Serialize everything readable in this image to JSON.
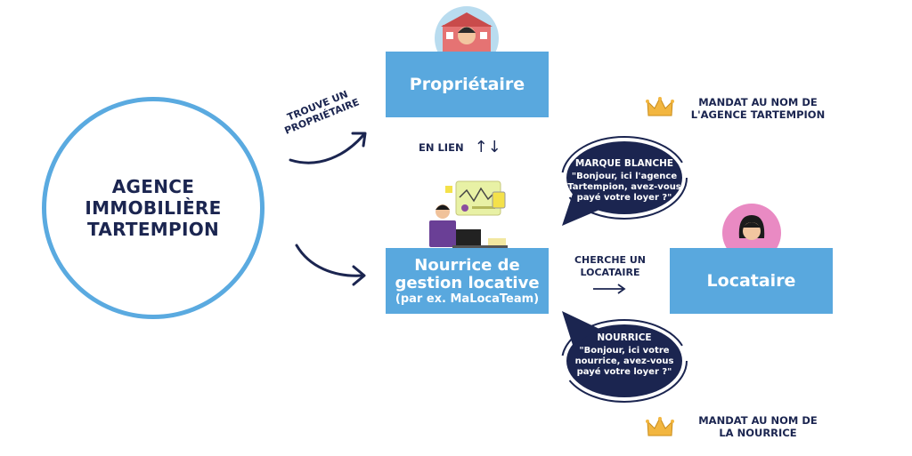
{
  "agency": {
    "line1": "AGENCE",
    "line2": "IMMOBILIÈRE",
    "line3": "TARTEMPION"
  },
  "owner": {
    "label": "Propriétaire"
  },
  "nanny": {
    "line1": "Nourrice de",
    "line2": "gestion locative",
    "line3": "(par ex. MaLocaTeam)"
  },
  "tenant": {
    "label": "Locataire"
  },
  "links": {
    "find_owner_line1": "TROUVE UN",
    "find_owner_line2": "PROPRIÉTAIRE",
    "in_link": "EN LIEN",
    "in_link_arrows": "↑↓",
    "find_tenant_line1": "CHERCHE UN",
    "find_tenant_line2": "LOCATAIRE"
  },
  "bubbles": {
    "white_label": {
      "title": "MARQUE BLANCHE",
      "line1": "\"Bonjour, ici l'agence",
      "line2": "Tartempion, avez-vous",
      "line3": "payé votre loyer ?\""
    },
    "nanny": {
      "title": "NOURRICE",
      "line1": "\"Bonjour, ici votre",
      "line2": "nourrice, avez-vous",
      "line3": "payé votre loyer ?\""
    }
  },
  "mandates": {
    "agency_line1": "MANDAT AU NOM DE",
    "agency_line2": "L'AGENCE TARTEMPION",
    "nanny_line1": "MANDAT AU NOM DE",
    "nanny_line2": "LA NOURRICE"
  },
  "colors": {
    "navy": "#1b2550",
    "blue": "#59a8de",
    "crown": "#f2b640"
  }
}
